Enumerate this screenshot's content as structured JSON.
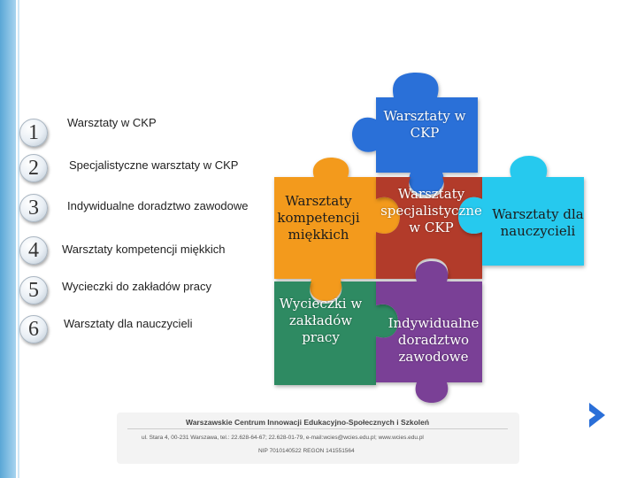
{
  "list": [
    {
      "num": "1",
      "label": "Warsztaty w CKP"
    },
    {
      "num": "2",
      "label": "Specjalistyczne warsztaty w CKP"
    },
    {
      "num": "3",
      "label": "Indywidualne doradztwo zawodowe"
    },
    {
      "num": "4",
      "label": "Warsztaty kompetencji miękkich"
    },
    {
      "num": "5",
      "label": "Wycieczki do zakładów pracy"
    },
    {
      "num": "6",
      "label": "Warsztaty dla nauczycieli"
    }
  ],
  "puzzle": {
    "blue": {
      "label": "Warsztaty w CKP",
      "color": "#2a6fd8"
    },
    "orange": {
      "label": "Warsztaty kompetencji miękkich",
      "color": "#f39a1e"
    },
    "red": {
      "label": "Warsztaty specjalistyczne w CKP",
      "color": "#b23a2a"
    },
    "cyan": {
      "label": "Warsztaty dla nauczycieli",
      "color": "#25c9ee"
    },
    "green": {
      "label": "Wycieczki w zakładów pracy",
      "color": "#2f8a62"
    },
    "purple": {
      "label": "Indywidualne doradztwo zawodowe",
      "color": "#7a3f96"
    }
  },
  "footer": {
    "org": "Warszawskie Centrum Innowacji Edukacyjno-Społecznych i Szkoleń",
    "address": "ul. Stara 4, 00-231 Warszawa, tel.: 22.628-64-67; 22.628-01-79, e-mail:wcies@wcies.edu.pl; www.wcies.edu.pl",
    "nip": "NIP 7010140522 REGON 141551564"
  },
  "nav": {
    "next_icon": "chevron-right-icon",
    "color": "#2a6fd8"
  }
}
